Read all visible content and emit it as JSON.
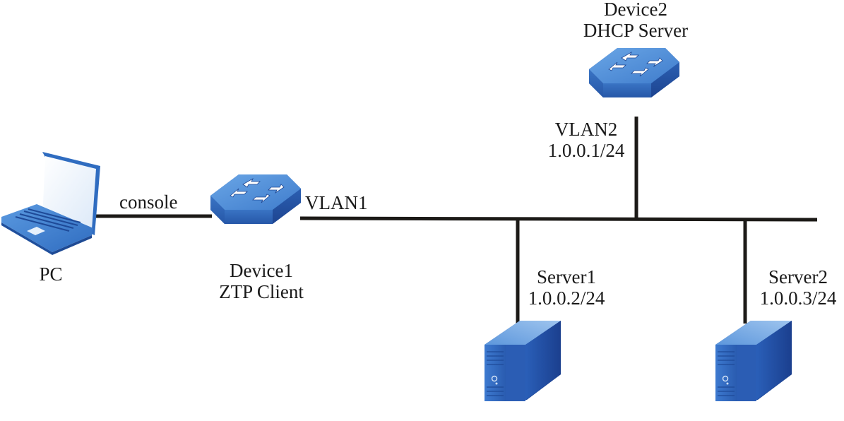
{
  "diagram": {
    "nodes": [
      {
        "id": "pc",
        "type": "laptop",
        "label_lines": [
          "PC"
        ]
      },
      {
        "id": "device1",
        "type": "switch",
        "label_lines": [
          "Device1",
          "ZTP Client"
        ]
      },
      {
        "id": "device2",
        "type": "switch",
        "label_lines": [
          "Device2",
          "DHCP Server"
        ]
      },
      {
        "id": "server1",
        "type": "server",
        "label_lines": [
          "Server1",
          "1.0.0.2/24"
        ]
      },
      {
        "id": "server2",
        "type": "server",
        "label_lines": [
          "Server2",
          "1.0.0.3/24"
        ]
      }
    ],
    "links": [
      {
        "from": "pc",
        "to": "device1",
        "label": "console"
      },
      {
        "from": "device1",
        "to": "bus",
        "label": "VLAN1"
      },
      {
        "from": "device2",
        "to": "bus",
        "label_lines": [
          "VLAN2",
          "1.0.0.1/24"
        ]
      },
      {
        "from": "server1",
        "to": "bus"
      },
      {
        "from": "server2",
        "to": "bus"
      }
    ],
    "colors": {
      "line": "#1c1a17",
      "device_top": "#4f8fd6",
      "device_side": "#2a5fae",
      "device_dark": "#1d3f86",
      "arrow": "#ffffff"
    }
  }
}
